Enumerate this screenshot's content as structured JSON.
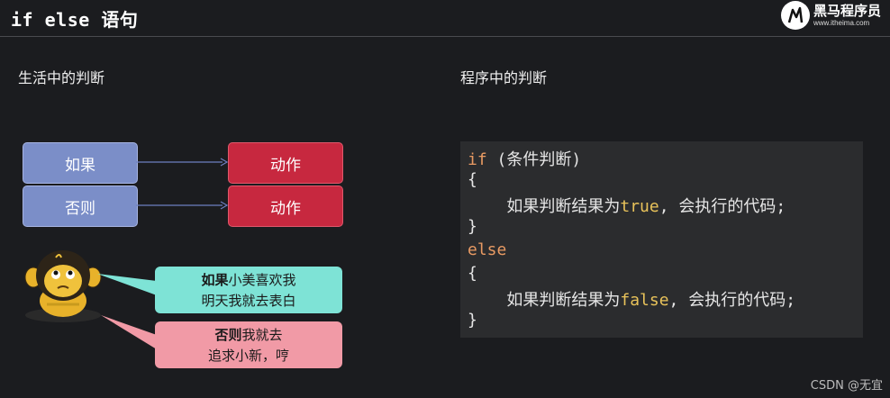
{
  "header": {
    "title": "if else 语句",
    "brand_name": "黑马程序员",
    "brand_url": "www.itheima.com"
  },
  "left": {
    "label": "生活中的判断",
    "rows": [
      {
        "condition": "如果",
        "action": "动作"
      },
      {
        "condition": "否则",
        "action": "动作"
      }
    ],
    "bubble_if": {
      "bold": "如果",
      "rest": "小美喜欢我",
      "line2": "明天我就去表白"
    },
    "bubble_else": {
      "bold": "否则",
      "rest": "我就去",
      "line2": "追求小新，哼"
    }
  },
  "right": {
    "label": "程序中的判断",
    "code": {
      "if_kw": "if",
      "if_cond": " (条件判断)",
      "open1": "{",
      "body1_pre": "    如果判断结果为",
      "body1_lit": "true",
      "body1_post": ", 会执行的代码;",
      "close1": "}",
      "else_kw": "else",
      "open2": "{",
      "body2_pre": "    如果判断结果为",
      "body2_lit": "false",
      "body2_post": ", 会执行的代码;",
      "close2": "}"
    }
  },
  "watermark": "CSDN @无宜",
  "colors": {
    "condition_box": "#7b8ec8",
    "action_box": "#c7283f",
    "bubble_if": "#7ee3d6",
    "bubble_else": "#f19aa6",
    "keyword": "#e89a63",
    "literal": "#e8c25a"
  }
}
